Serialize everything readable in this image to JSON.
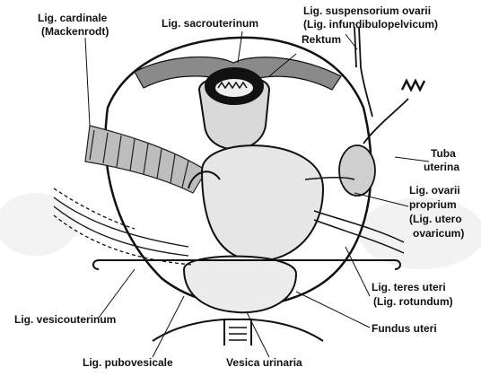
{
  "labels": {
    "cardinale": "Lig. cardinale",
    "cardinale_sub": "(Mackenrodt)",
    "sacrouterinum": "Lig. sacrouterinum",
    "suspensorium": "Lig. suspensorium ovarii",
    "suspensorium_sub": "(Lig. infundibulopelvicum)",
    "rektum": "Rektum",
    "tuba_1": "Tuba",
    "tuba_2": "uterina",
    "ovarii_1": "Lig. ovarii",
    "ovarii_2": "proprium",
    "ovarii_3": "(Lig. utero",
    "ovarii_4": "ovaricum)",
    "teres": "Lig. teres uteri",
    "teres_sub": "(Lig. rotundum)",
    "fundus": "Fundus uteri",
    "vesicouterinum": "Lig. vesicouterinum",
    "pubovesicale": "Lig. pubovesicale",
    "vesica": "Vesica urinaria"
  }
}
